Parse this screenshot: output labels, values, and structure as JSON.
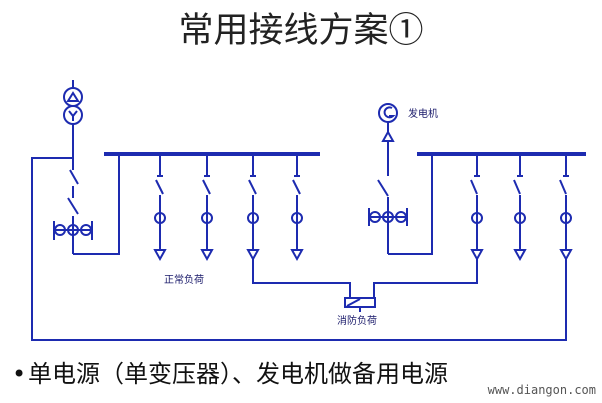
{
  "title": "常用接线方案①",
  "labels": {
    "generator": "发电机",
    "normal_load": "正常负荷",
    "fire_load": "消防负荷"
  },
  "bullet_text": "单电源（单变压器）、发电机做备用电源",
  "watermark": "www.diangon.com",
  "colors": {
    "lines": "#1d2bb0",
    "text": "#111111"
  }
}
